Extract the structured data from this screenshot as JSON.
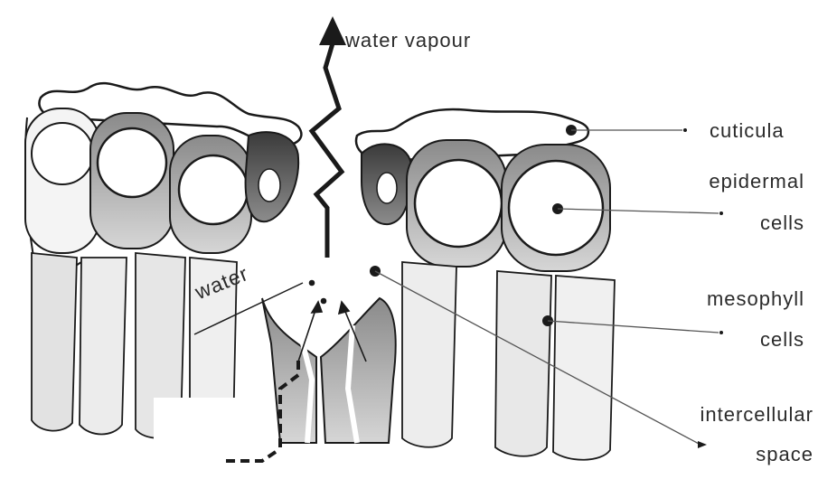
{
  "labels": {
    "water_vapour": "water vapour",
    "water": "water",
    "cuticula": "cuticula",
    "epidermal": "epidermal",
    "epidermal_cells": "cells",
    "mesophyll": "mesophyll",
    "mesophyll_cells": "cells",
    "intercellular": "intercellular",
    "space": "space"
  },
  "colors": {
    "line": "#1a1a1a",
    "dark_tissue": "#555555",
    "mid_tissue": "#9a9a9a",
    "light_tissue": "#cfcfcf"
  }
}
